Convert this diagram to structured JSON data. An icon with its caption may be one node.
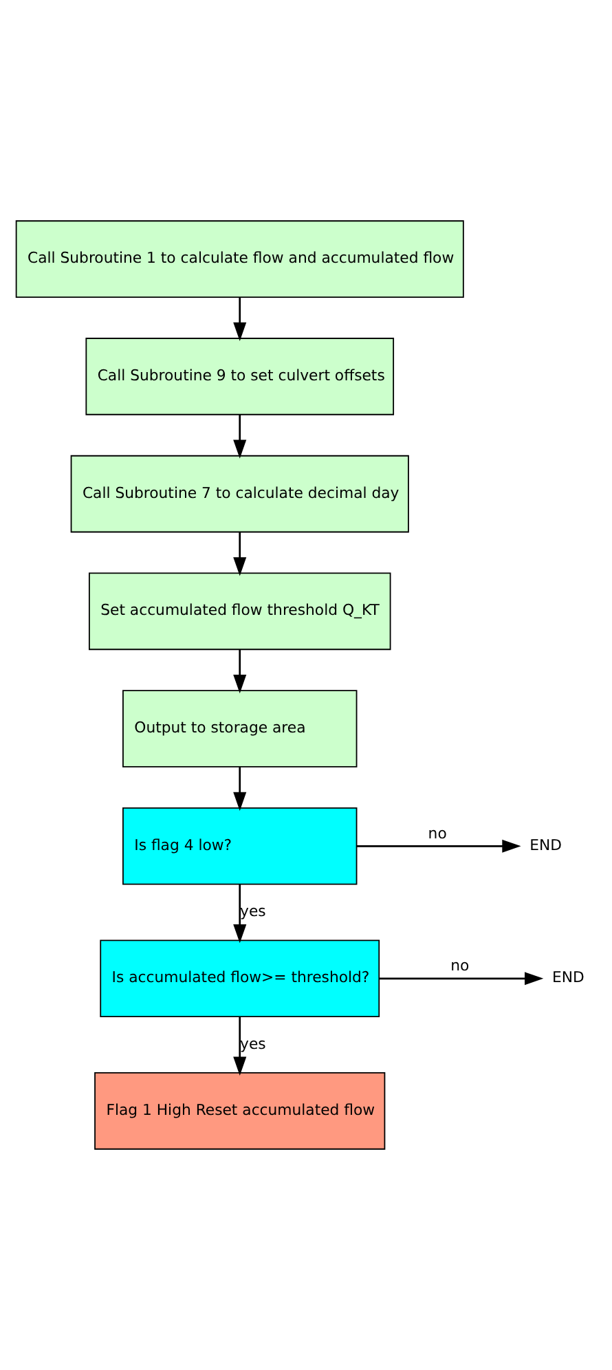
{
  "diagram": {
    "nodes": [
      {
        "text": [
          "Call Subroutine 1 to calculate flow and accumulated flow"
        ]
      },
      {
        "text": [
          "Call Subroutine 9 to set culvert offsets"
        ]
      },
      {
        "text": [
          "Call Subroutine 7 to calculate decimal day"
        ]
      },
      {
        "text": [
          "Set accumulated flow threshold Q_KT"
        ]
      },
      {
        "text": [
          "Output to storage area"
        ]
      },
      {
        "text": [
          "Is flag 4 low?"
        ]
      },
      {
        "text": [
          "Is accumulated flow>= threshold?"
        ]
      },
      {
        "text": [
          "Flag 1 High Reset accumulated flow"
        ]
      },
      {
        "text": [
          "END"
        ]
      },
      {
        "text": [
          "END"
        ]
      }
    ],
    "edges": [
      {
        "from": 0,
        "to": 1,
        "arrow": "to"
      },
      {
        "from": 1,
        "to": 2,
        "arrow": "to"
      },
      {
        "from": 2,
        "to": 3,
        "arrow": "to"
      },
      {
        "from": 3,
        "to": 4,
        "arrow": "to"
      },
      {
        "from": 4,
        "to": 5,
        "arrow": "to"
      },
      {
        "from": 5,
        "to": 8,
        "arrow": "to",
        "label": "no"
      },
      {
        "from": 5,
        "to": 6,
        "arrow": "to",
        "label": "yes"
      },
      {
        "from": 6,
        "to": 9,
        "arrow": "to",
        "label": "no"
      },
      {
        "from": 6,
        "to": 7,
        "arrow": "to",
        "label": "yes"
      }
    ]
  }
}
